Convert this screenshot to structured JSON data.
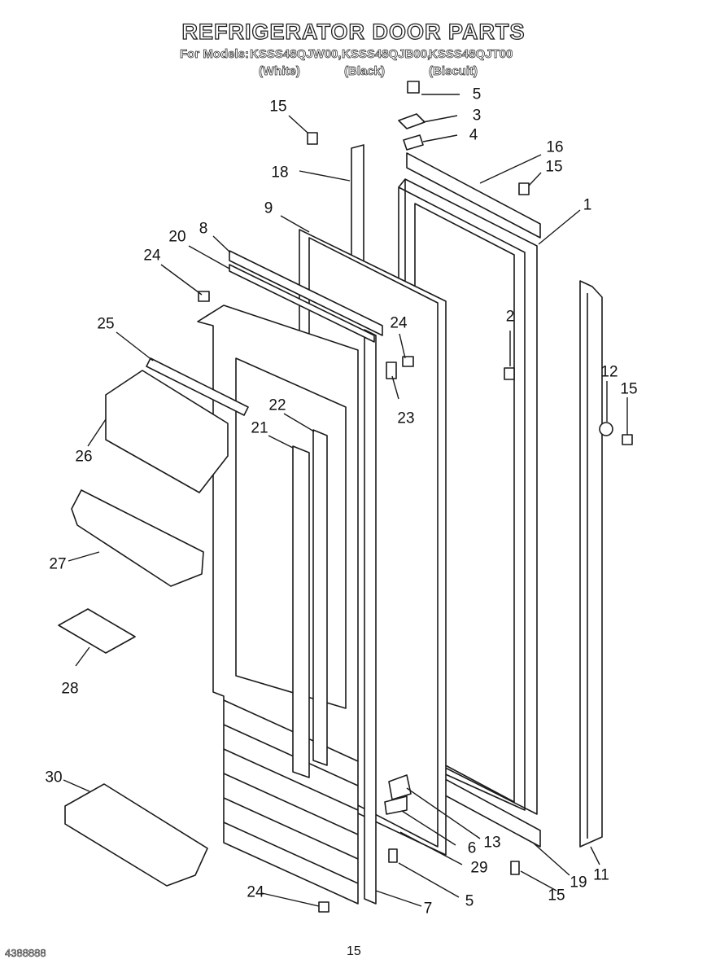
{
  "title": "REFRIGERATOR DOOR PARTS",
  "models": {
    "prefix": "For Models:",
    "list": [
      "KSSS48QJW00,",
      "KSSS48QJB00,",
      "KSSS48QJT00"
    ],
    "colors": [
      "(White)",
      "(Black)",
      "(Biscuit)"
    ]
  },
  "footer": {
    "doc_number": "4388888",
    "page": "15"
  },
  "callouts": [
    "5",
    "3",
    "4",
    "15",
    "16",
    "15",
    "18",
    "9",
    "1",
    "8",
    "20",
    "24",
    "2",
    "24",
    "25",
    "12",
    "15",
    "23",
    "22",
    "21",
    "26",
    "27",
    "28",
    "30",
    "13",
    "6",
    "29",
    "5",
    "24",
    "7",
    "15",
    "19",
    "11"
  ],
  "colors": {
    "line": "#1a1a1a",
    "fill": "#ffffff"
  }
}
